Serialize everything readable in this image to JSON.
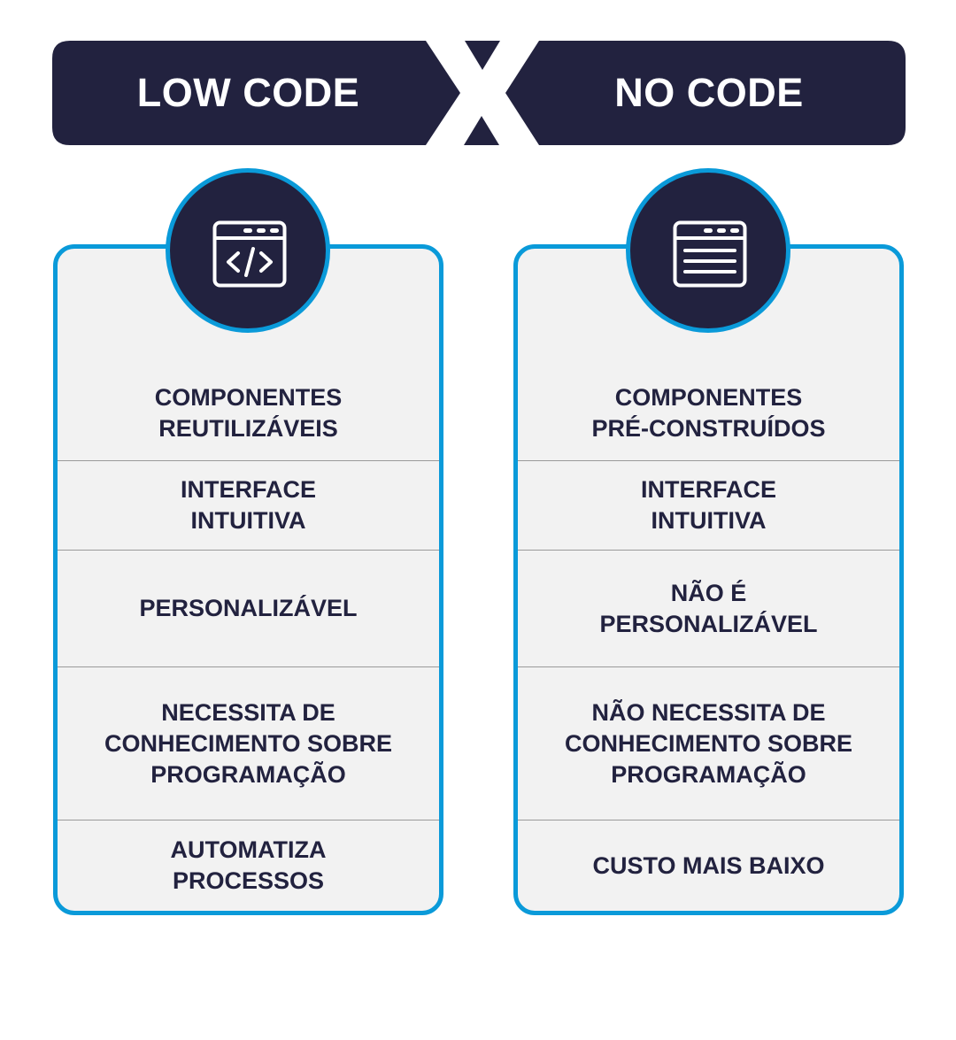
{
  "header": {
    "left_title": "LOW CODE",
    "right_title": "NO CODE",
    "separator": "X",
    "bar_color": "#22223F"
  },
  "colors": {
    "navy": "#22223F",
    "accent_blue": "#0A9AD9",
    "card_bg": "#F2F2F2",
    "divider": "#9A9A9A",
    "text": "#22223F"
  },
  "columns": [
    {
      "title": "LOW CODE",
      "icon": "browser-code-icon",
      "items": [
        {
          "label": "COMPONENTES\nREUTILIZÁVEIS"
        },
        {
          "label": "INTERFACE\nINTUITIVA"
        },
        {
          "label": "PERSONALIZÁVEL"
        },
        {
          "label": "NECESSITA DE\nCONHECIMENTO SOBRE\nPROGRAMAÇÃO"
        },
        {
          "label": "AUTOMATIZA\nPROCESSOS"
        }
      ]
    },
    {
      "title": "NO CODE",
      "icon": "browser-lines-icon",
      "items": [
        {
          "label": "COMPONENTES\nPRÉ-CONSTRUÍDOS"
        },
        {
          "label": "INTERFACE\nINTUITIVA"
        },
        {
          "label": "NÃO É\nPERSONALIZÁVEL"
        },
        {
          "label": "NÃO NECESSITA DE\nCONHECIMENTO SOBRE\nPROGRAMAÇÃO"
        },
        {
          "label": "CUSTO MAIS BAIXO"
        }
      ]
    }
  ]
}
